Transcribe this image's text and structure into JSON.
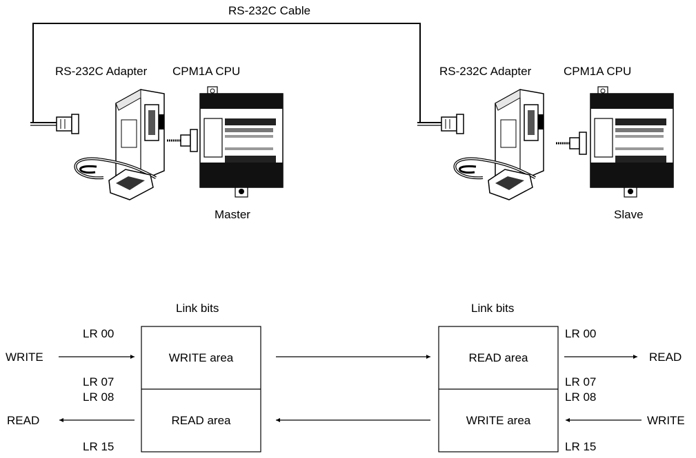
{
  "top": {
    "cable_label": "RS-232C Cable",
    "left_station": {
      "adapter_label": "RS-232C Adapter",
      "cpu_label": "CPM1A CPU",
      "role_label": "Master"
    },
    "right_station": {
      "adapter_label": "RS-232C Adapter",
      "cpu_label": "CPM1A CPU",
      "role_label": "Slave"
    }
  },
  "bottom": {
    "master": {
      "title": "Link bits",
      "upper_area": "WRITE area",
      "lower_area": "READ area",
      "lr_00": "LR 00",
      "lr_07": "LR 07",
      "lr_08": "LR 08",
      "lr_15": "LR 15",
      "in_label": "WRITE",
      "out_label": "READ"
    },
    "slave": {
      "title": "Link bits",
      "upper_area": "READ area",
      "lower_area": "WRITE area",
      "lr_00": "LR 00",
      "lr_07": "LR 07",
      "lr_08": "LR 08",
      "lr_15": "LR 15",
      "out_label": "READ",
      "in_label": "WRITE"
    }
  }
}
